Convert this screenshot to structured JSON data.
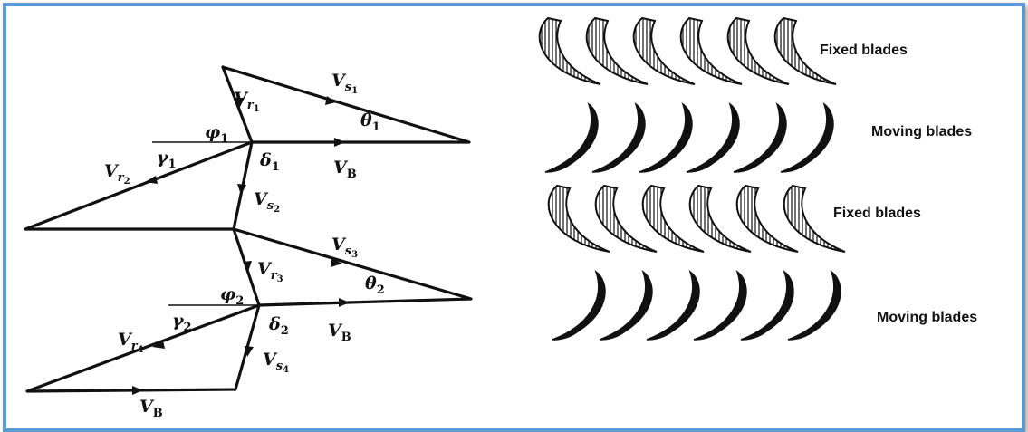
{
  "diagram": {
    "labels": {
      "vs1": {
        "main": "V",
        "sub": "s",
        "subsub": "1"
      },
      "vr1": {
        "main": "V",
        "sub": "r",
        "subsub": "1"
      },
      "phi1": {
        "main": "φ",
        "sub": "1"
      },
      "theta1": {
        "main": "θ",
        "sub": "1"
      },
      "gamma1": {
        "main": "γ",
        "sub": "1"
      },
      "delta1": {
        "main": "δ",
        "sub": "1"
      },
      "vr2": {
        "main": "V",
        "sub": "r",
        "subsub": "2"
      },
      "vb1": {
        "main": "V",
        "sub": "B"
      },
      "vs2": {
        "main": "V",
        "sub": "s",
        "subsub": "2"
      },
      "vs3": {
        "main": "V",
        "sub": "s",
        "subsub": "3"
      },
      "vr3": {
        "main": "V",
        "sub": "r",
        "subsub": "3"
      },
      "phi2": {
        "main": "φ",
        "sub": "2"
      },
      "theta2": {
        "main": "θ",
        "sub": "2"
      },
      "gamma2": {
        "main": "γ",
        "sub": "2"
      },
      "delta2": {
        "main": "δ",
        "sub": "2"
      },
      "vr4": {
        "main": "V",
        "sub": "r",
        "subsub": "4"
      },
      "vb2": {
        "main": "V",
        "sub": "B"
      },
      "vs4": {
        "main": "V",
        "sub": "s",
        "subsub": "4"
      },
      "vb3": {
        "main": "V",
        "sub": "B"
      }
    },
    "blade_rows": [
      {
        "label": "Fixed blades",
        "type": "fixed"
      },
      {
        "label": "Moving blades",
        "type": "moving"
      },
      {
        "label": "Fixed blades",
        "type": "fixed"
      },
      {
        "label": "Moving blades",
        "type": "moving"
      }
    ],
    "colors": {
      "frame": "#5b9bd5",
      "ink": "#111111"
    }
  }
}
